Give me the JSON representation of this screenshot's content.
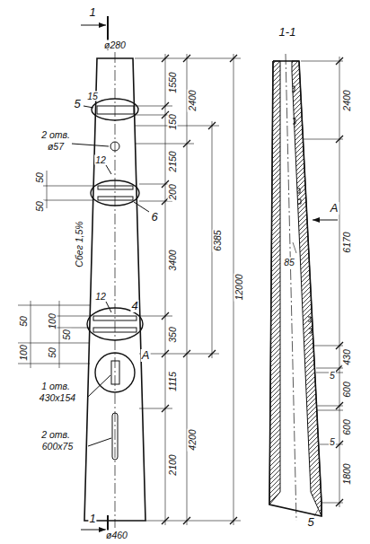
{
  "diagram": {
    "labels": [
      "1",
      "ø280",
      "15",
      "5",
      "1550",
      "150",
      "2400",
      "2 отв.",
      "ø57",
      "12",
      "50",
      "50",
      "2150",
      "200",
      "6",
      "Сбег 1,5%",
      "3400",
      "6385",
      "12000",
      "12",
      "50",
      "100",
      "50",
      "100",
      "50",
      "4",
      "350",
      "A",
      "1 отв.",
      "430x154",
      "1115",
      "4200",
      "2 отв.",
      "600x75",
      "2100",
      "1",
      "ø460",
      "1-1",
      "2400",
      "A",
      "85",
      "6170",
      "430",
      "5",
      "600",
      "600",
      "5",
      "1800",
      "5"
    ]
  }
}
